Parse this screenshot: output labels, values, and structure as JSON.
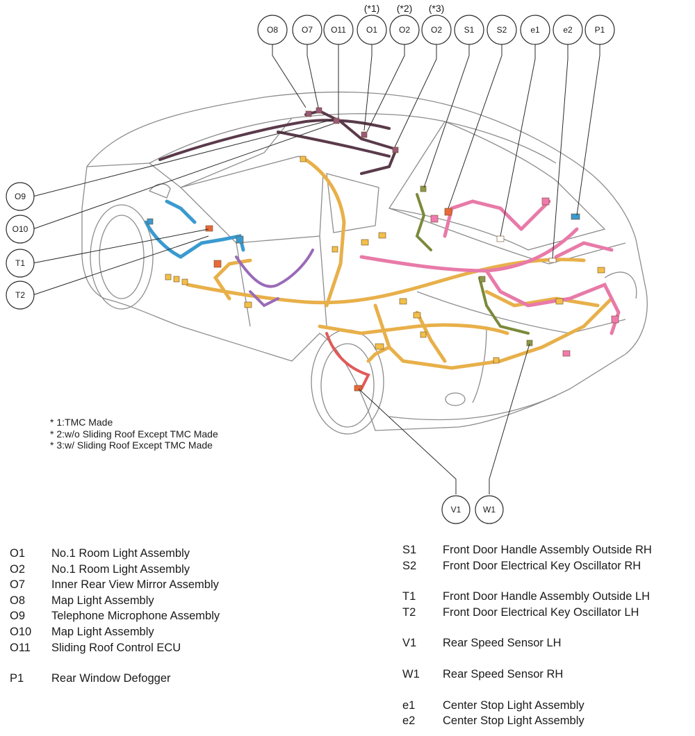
{
  "callouts_top": [
    {
      "id": "O8"
    },
    {
      "id": "O7"
    },
    {
      "id": "O11"
    },
    {
      "id": "O1",
      "note": "(*1)"
    },
    {
      "id": "O2",
      "note": "(*2)"
    },
    {
      "id": "O2",
      "note": "(*3)"
    },
    {
      "id": "S1"
    },
    {
      "id": "S2"
    },
    {
      "id": "e1"
    },
    {
      "id": "e2"
    },
    {
      "id": "P1"
    }
  ],
  "callouts_left": [
    {
      "id": "O9"
    },
    {
      "id": "O10"
    },
    {
      "id": "T1"
    },
    {
      "id": "T2"
    }
  ],
  "callouts_bottom": [
    {
      "id": "V1"
    },
    {
      "id": "W1"
    }
  ],
  "notes": [
    "* 1:TMC Made",
    "* 2:w/o Sliding Roof Except TMC Made",
    "* 3:w/ Sliding Roof Except TMC Made"
  ],
  "legend_left": [
    {
      "code": "O1",
      "desc": "No.1 Room Light Assembly"
    },
    {
      "code": "O2",
      "desc": "No.1 Room Light Assembly"
    },
    {
      "code": "O7",
      "desc": "Inner Rear View Mirror Assembly"
    },
    {
      "code": "O8",
      "desc": "Map Light Assembly"
    },
    {
      "code": "O9",
      "desc": "Telephone Microphone Assembly"
    },
    {
      "code": "O10",
      "desc": "Map Light Assembly"
    },
    {
      "code": "O11",
      "desc": "Sliding Roof Control ECU"
    },
    {
      "code": "P1",
      "desc": "Rear Window Defogger"
    }
  ],
  "legend_right": [
    {
      "code": "S1",
      "desc": "Front Door Handle Assembly Outside RH"
    },
    {
      "code": "S2",
      "desc": "Front Door Electrical Key Oscillator RH"
    },
    {
      "code": "T1",
      "desc": "Front Door Handle Assembly Outside LH"
    },
    {
      "code": "T2",
      "desc": "Front Door Electrical Key Oscillator LH"
    },
    {
      "code": "V1",
      "desc": "Rear Speed Sensor LH"
    },
    {
      "code": "W1",
      "desc": "Rear Speed Sensor RH"
    },
    {
      "code": "e1",
      "desc": "Center Stop Light Assembly"
    },
    {
      "code": "e2",
      "desc": "Center Stop Light Assembly"
    }
  ],
  "colors": {
    "body_harness": "#e8b04a",
    "floor_harness": "#e87aa8",
    "roof_harness": "#5a3a4a",
    "door_harness_lh": "#3a9ad0",
    "console_harness": "#9a6ab8",
    "key_harness": "#7a8a3a",
    "speed_sensor": "#e05a5a",
    "connector_orange": "#e86a3a",
    "connector_yellow": "#f2c04a",
    "connector_pink": "#f07ab0",
    "car_outline": "#8c8c8c"
  }
}
